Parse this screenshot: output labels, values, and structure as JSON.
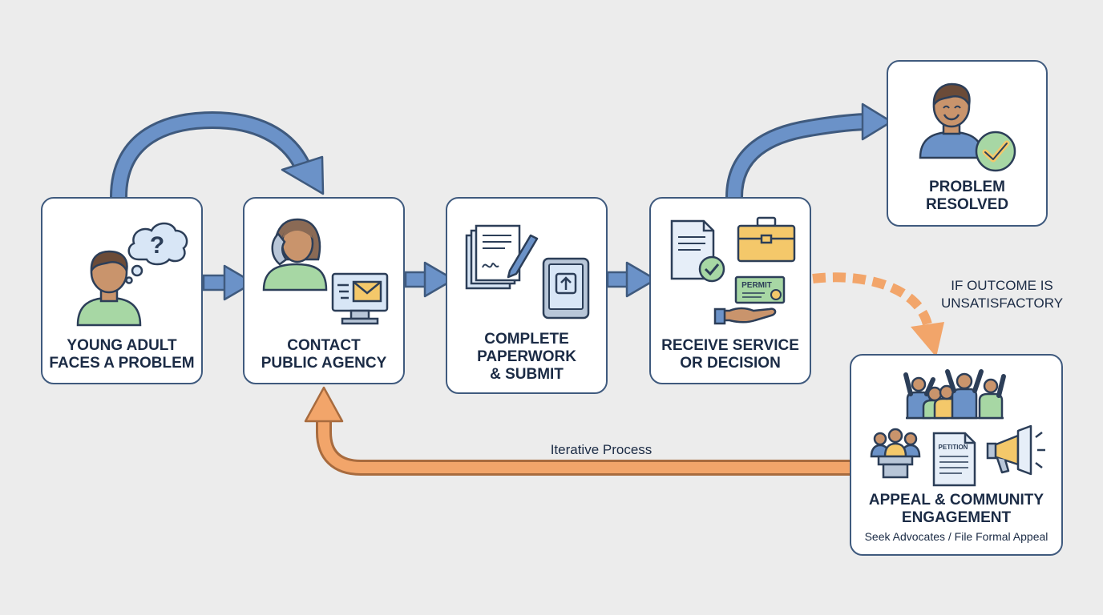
{
  "steps": {
    "young_adult": "YOUNG ADULT\nFACES A PROBLEM",
    "contact_agency": "CONTACT\nPUBLIC AGENCY",
    "paperwork": "COMPLETE\nPAPERWORK\n& SUBMIT",
    "receive": "RECEIVE SERVICE\nOR DECISION",
    "resolved": "PROBLEM\nRESOLVED",
    "appeal": "APPEAL & COMMUNITY\nENGAGEMENT",
    "appeal_sub": "Seek Advocates / File Formal Appeal"
  },
  "annotations": {
    "unsatisfactory": "IF OUTCOME IS\nUNSATISFACTORY",
    "iterative": "Iterative Process"
  },
  "icon_text": {
    "question_mark": "?",
    "permit": "PERMIT",
    "petition": "PETITION"
  },
  "colors": {
    "blue_arrow": "#6b92c8",
    "orange_arrow": "#f2a56a",
    "box_border": "#3f5a7e",
    "text": "#1b2b45"
  },
  "icons": {
    "young_adult": [
      "person-icon",
      "thought-bubble-icon"
    ],
    "contact_agency": [
      "person-on-phone-icon",
      "computer-email-icon"
    ],
    "paperwork": [
      "documents-pen-icon",
      "tablet-upload-icon"
    ],
    "receive": [
      "document-check-icon",
      "briefcase-icon",
      "permit-hand-icon"
    ],
    "resolved": [
      "smiling-person-icon",
      "check-circle-icon"
    ],
    "appeal": [
      "crowd-icon",
      "meeting-icon",
      "petition-icon",
      "megaphone-icon"
    ]
  }
}
